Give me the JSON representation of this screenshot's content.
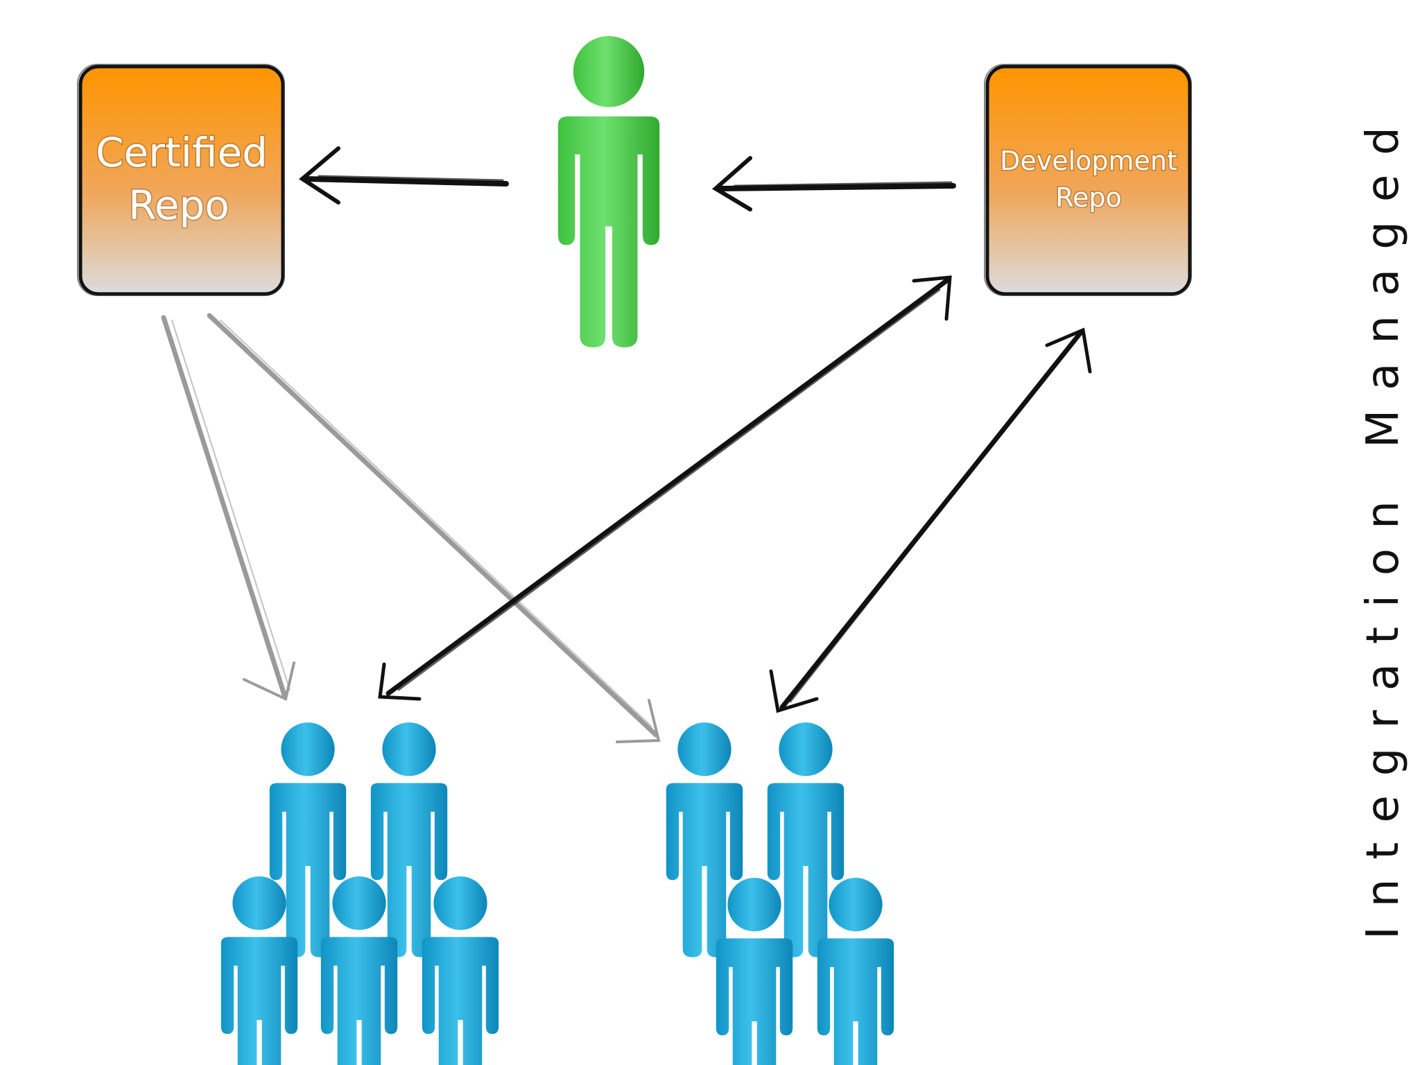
{
  "diagram": {
    "title": "Integration Managed",
    "certified_repo": {
      "line1": "Certified",
      "line2": "Repo"
    },
    "development_repo": {
      "line1": "Development",
      "line2": "Repo"
    },
    "colors": {
      "repo_top": "#ff9500",
      "repo_bottom": "#dcdcdc",
      "integrator": "#4cd04c",
      "developers": "#1aa6d8",
      "push_arrow": "#111111",
      "pull_arrow": "#9a9a9a"
    },
    "icons": {
      "integrator": "person-icon",
      "developers": "person-icon"
    }
  }
}
